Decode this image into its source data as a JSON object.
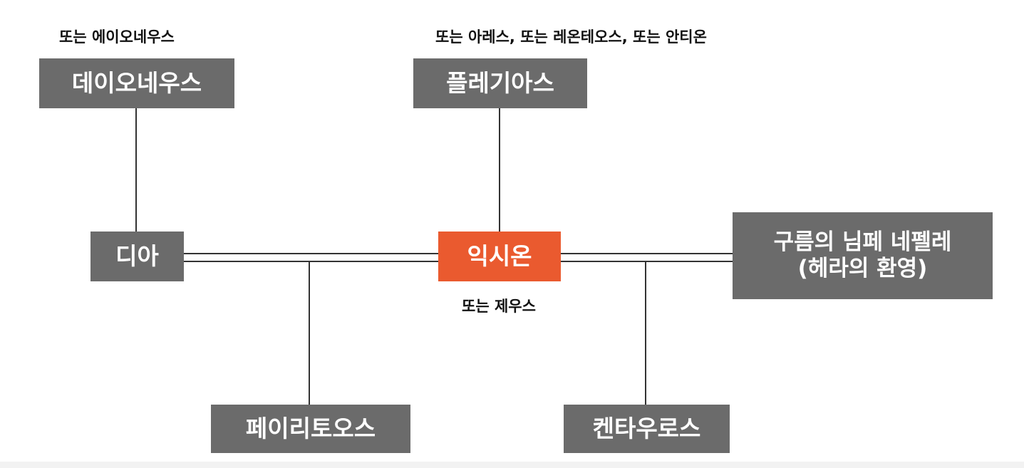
{
  "nodes": {
    "deioneus": "데이오네우스",
    "phlegyas": "플레기아스",
    "dia": "디아",
    "ixion": "익시온",
    "nephele_line1": "구름의 님페 네펠레",
    "nephele_line2": "(헤라의 환영)",
    "peirithoos": "페이리토오스",
    "kentauros": "켄타우로스"
  },
  "notes": {
    "deioneus_alt": "또는 에이오네우스",
    "phlegyas_alt": "또는 아레스, 또는 레온테오스, 또는 안티온",
    "ixion_alt": "또는 제우스"
  },
  "colors": {
    "node_fill": "#6b6b6b",
    "center_fill": "#ea5a2f",
    "line": "#333333",
    "text_on_node": "#ffffff"
  }
}
